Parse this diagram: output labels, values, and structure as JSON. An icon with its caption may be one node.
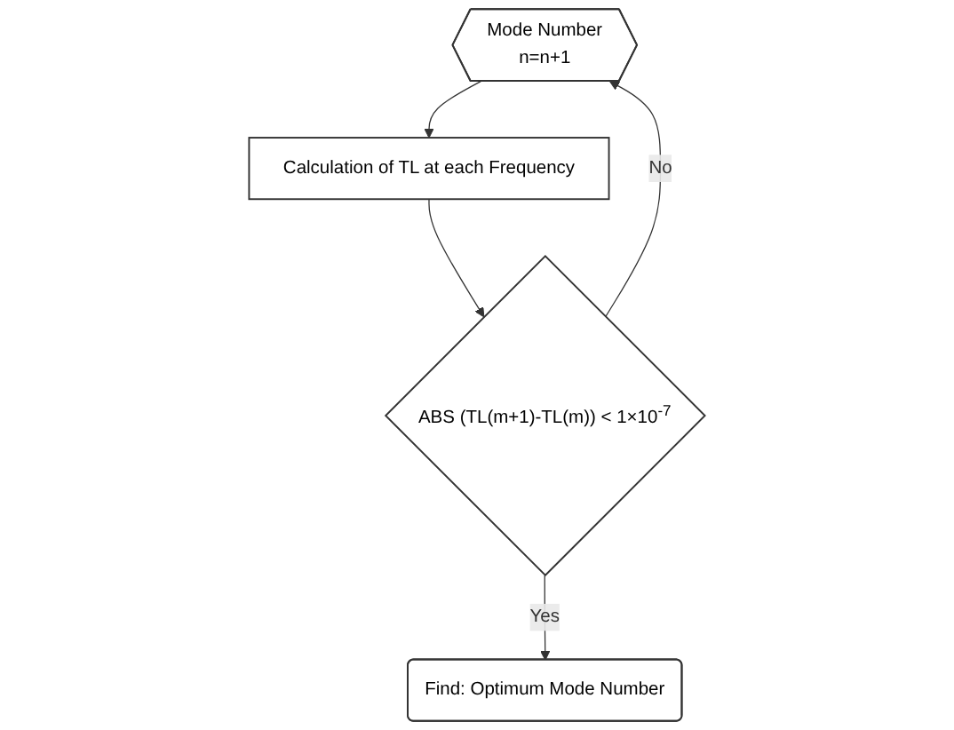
{
  "diagram": {
    "nodes": [
      {
        "text": [
          "Mode Number",
          "n=n+1"
        ]
      },
      {
        "text": [
          "Calculation of TL at each Frequency"
        ]
      },
      {
        "text": [
          "ABS (TL(m+1)-TL(m)) < 1×10$^{-7}$"
        ]
      },
      {
        "text": [
          "Find: Optimum Mode Number"
        ]
      }
    ],
    "edges": [
      {
        "from": 0,
        "to": 1,
        "arrow": "to"
      },
      {
        "from": 1,
        "to": 2,
        "arrow": "to"
      },
      {
        "from": 2,
        "to": 0,
        "arrow": "to",
        "label": "No"
      },
      {
        "from": 2,
        "to": 3,
        "arrow": "to",
        "label": "Yes"
      }
    ]
  }
}
